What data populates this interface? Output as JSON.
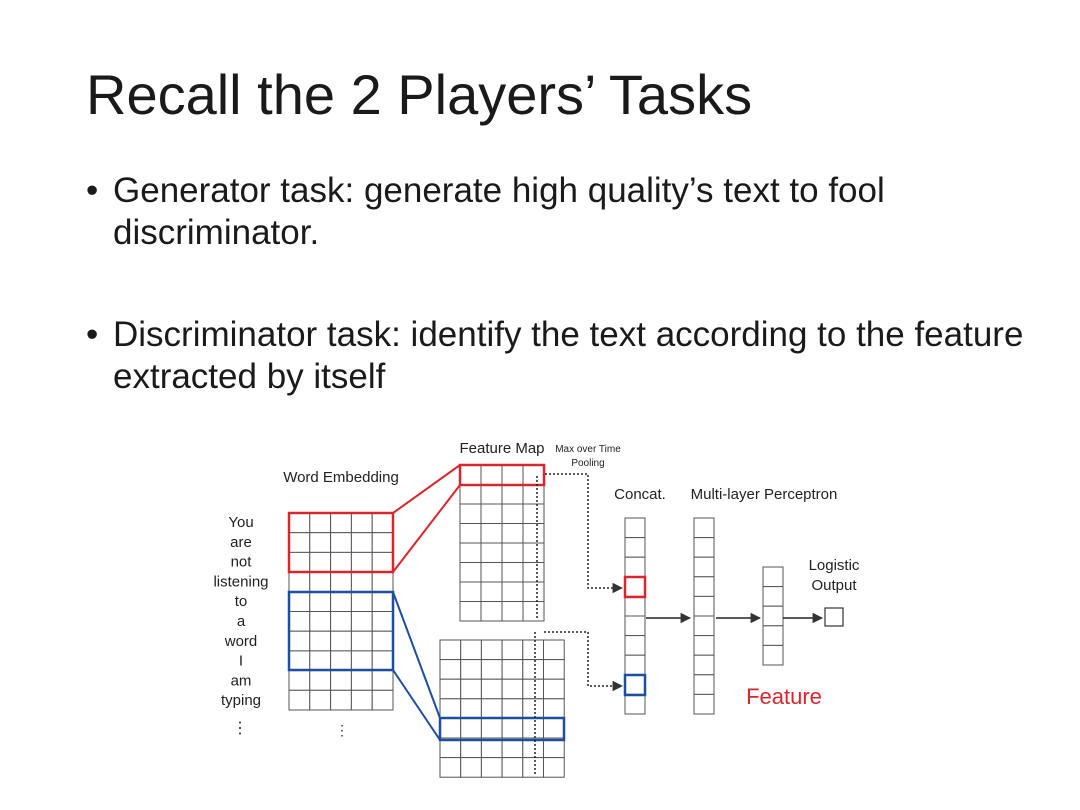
{
  "slide": {
    "title": "Recall the 2 Players’ Tasks",
    "bullets": [
      {
        "marker": "•",
        "text": "Generator task: generate high quality’s text to fool discriminator."
      },
      {
        "marker": "•",
        "text": "Discriminator task: identify the text according to the feature extracted by itself"
      }
    ]
  },
  "diagram": {
    "labels": {
      "word_embedding": "Word Embedding",
      "feature_map": "Feature Map",
      "max_pool_line1": "Max over Time",
      "max_pool_line2": "Pooling",
      "concat": "Concat.",
      "mlp": "Multi-layer Perceptron",
      "logistic_line1": "Logistic",
      "logistic_line2": "Output",
      "feature": "Feature",
      "ellipsis_words": "⋮",
      "ellipsis_embedding": "⋮"
    },
    "words": [
      "You",
      "are",
      "not",
      "listening",
      "to",
      "a",
      "word",
      "I",
      "am",
      "typing"
    ],
    "colors": {
      "red": "#d8262e",
      "blue": "#1f4e9a",
      "grid": "#555555",
      "feature_text": "#d8262e"
    }
  }
}
